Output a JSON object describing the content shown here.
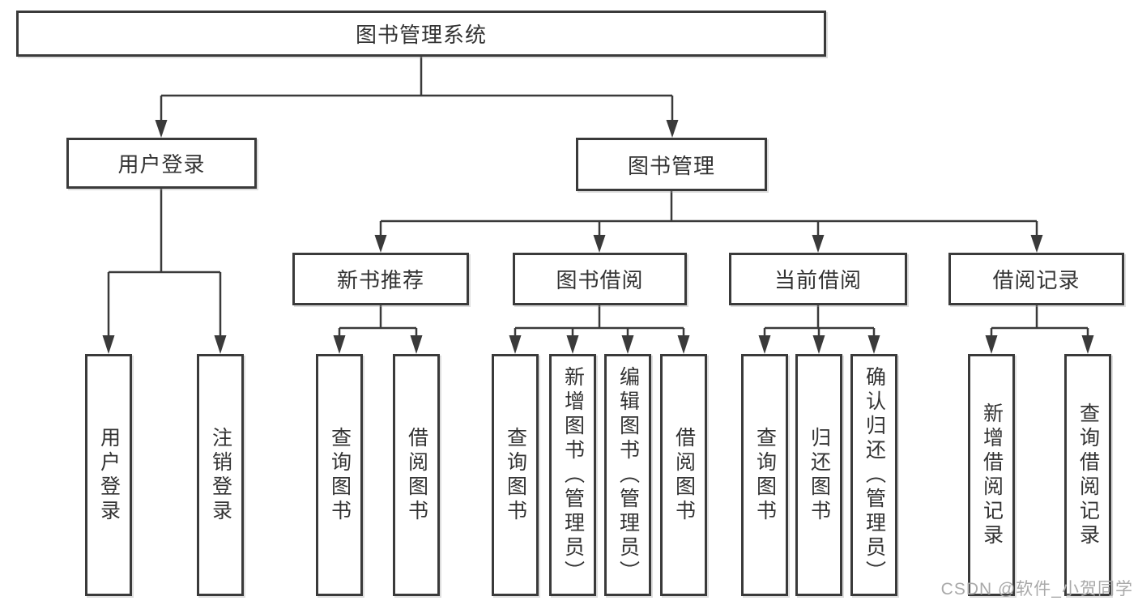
{
  "diagram_title": "图书管理系统",
  "tree": {
    "root": {
      "label": "图书管理系统",
      "children": [
        {
          "label": "用户登录",
          "children": [
            {
              "label": "用户登录"
            },
            {
              "label": "注销登录"
            }
          ]
        },
        {
          "label": "图书管理",
          "children": [
            {
              "label": "新书推荐",
              "children": [
                {
                  "label": "查询图书"
                },
                {
                  "label": "借阅图书"
                }
              ]
            },
            {
              "label": "图书借阅",
              "children": [
                {
                  "label": "查询图书"
                },
                {
                  "label": "新增图书（管理员）"
                },
                {
                  "label": "编辑图书（管理员）"
                },
                {
                  "label": "借阅图书"
                }
              ]
            },
            {
              "label": "当前借阅",
              "children": [
                {
                  "label": "查询图书"
                },
                {
                  "label": "归还图书"
                },
                {
                  "label": "确认归还（管理员）"
                }
              ]
            },
            {
              "label": "借阅记录",
              "children": [
                {
                  "label": "新增借阅记录"
                },
                {
                  "label": "查询借阅记录"
                }
              ]
            }
          ]
        }
      ]
    }
  },
  "watermark": {
    "text": "CSDN @软件_小贺同学",
    "color": "#a9a9a9"
  },
  "colors": {
    "line": "#3a3a3a",
    "box_border": "#3a3a3a",
    "text": "#333333",
    "background": "#ffffff"
  }
}
